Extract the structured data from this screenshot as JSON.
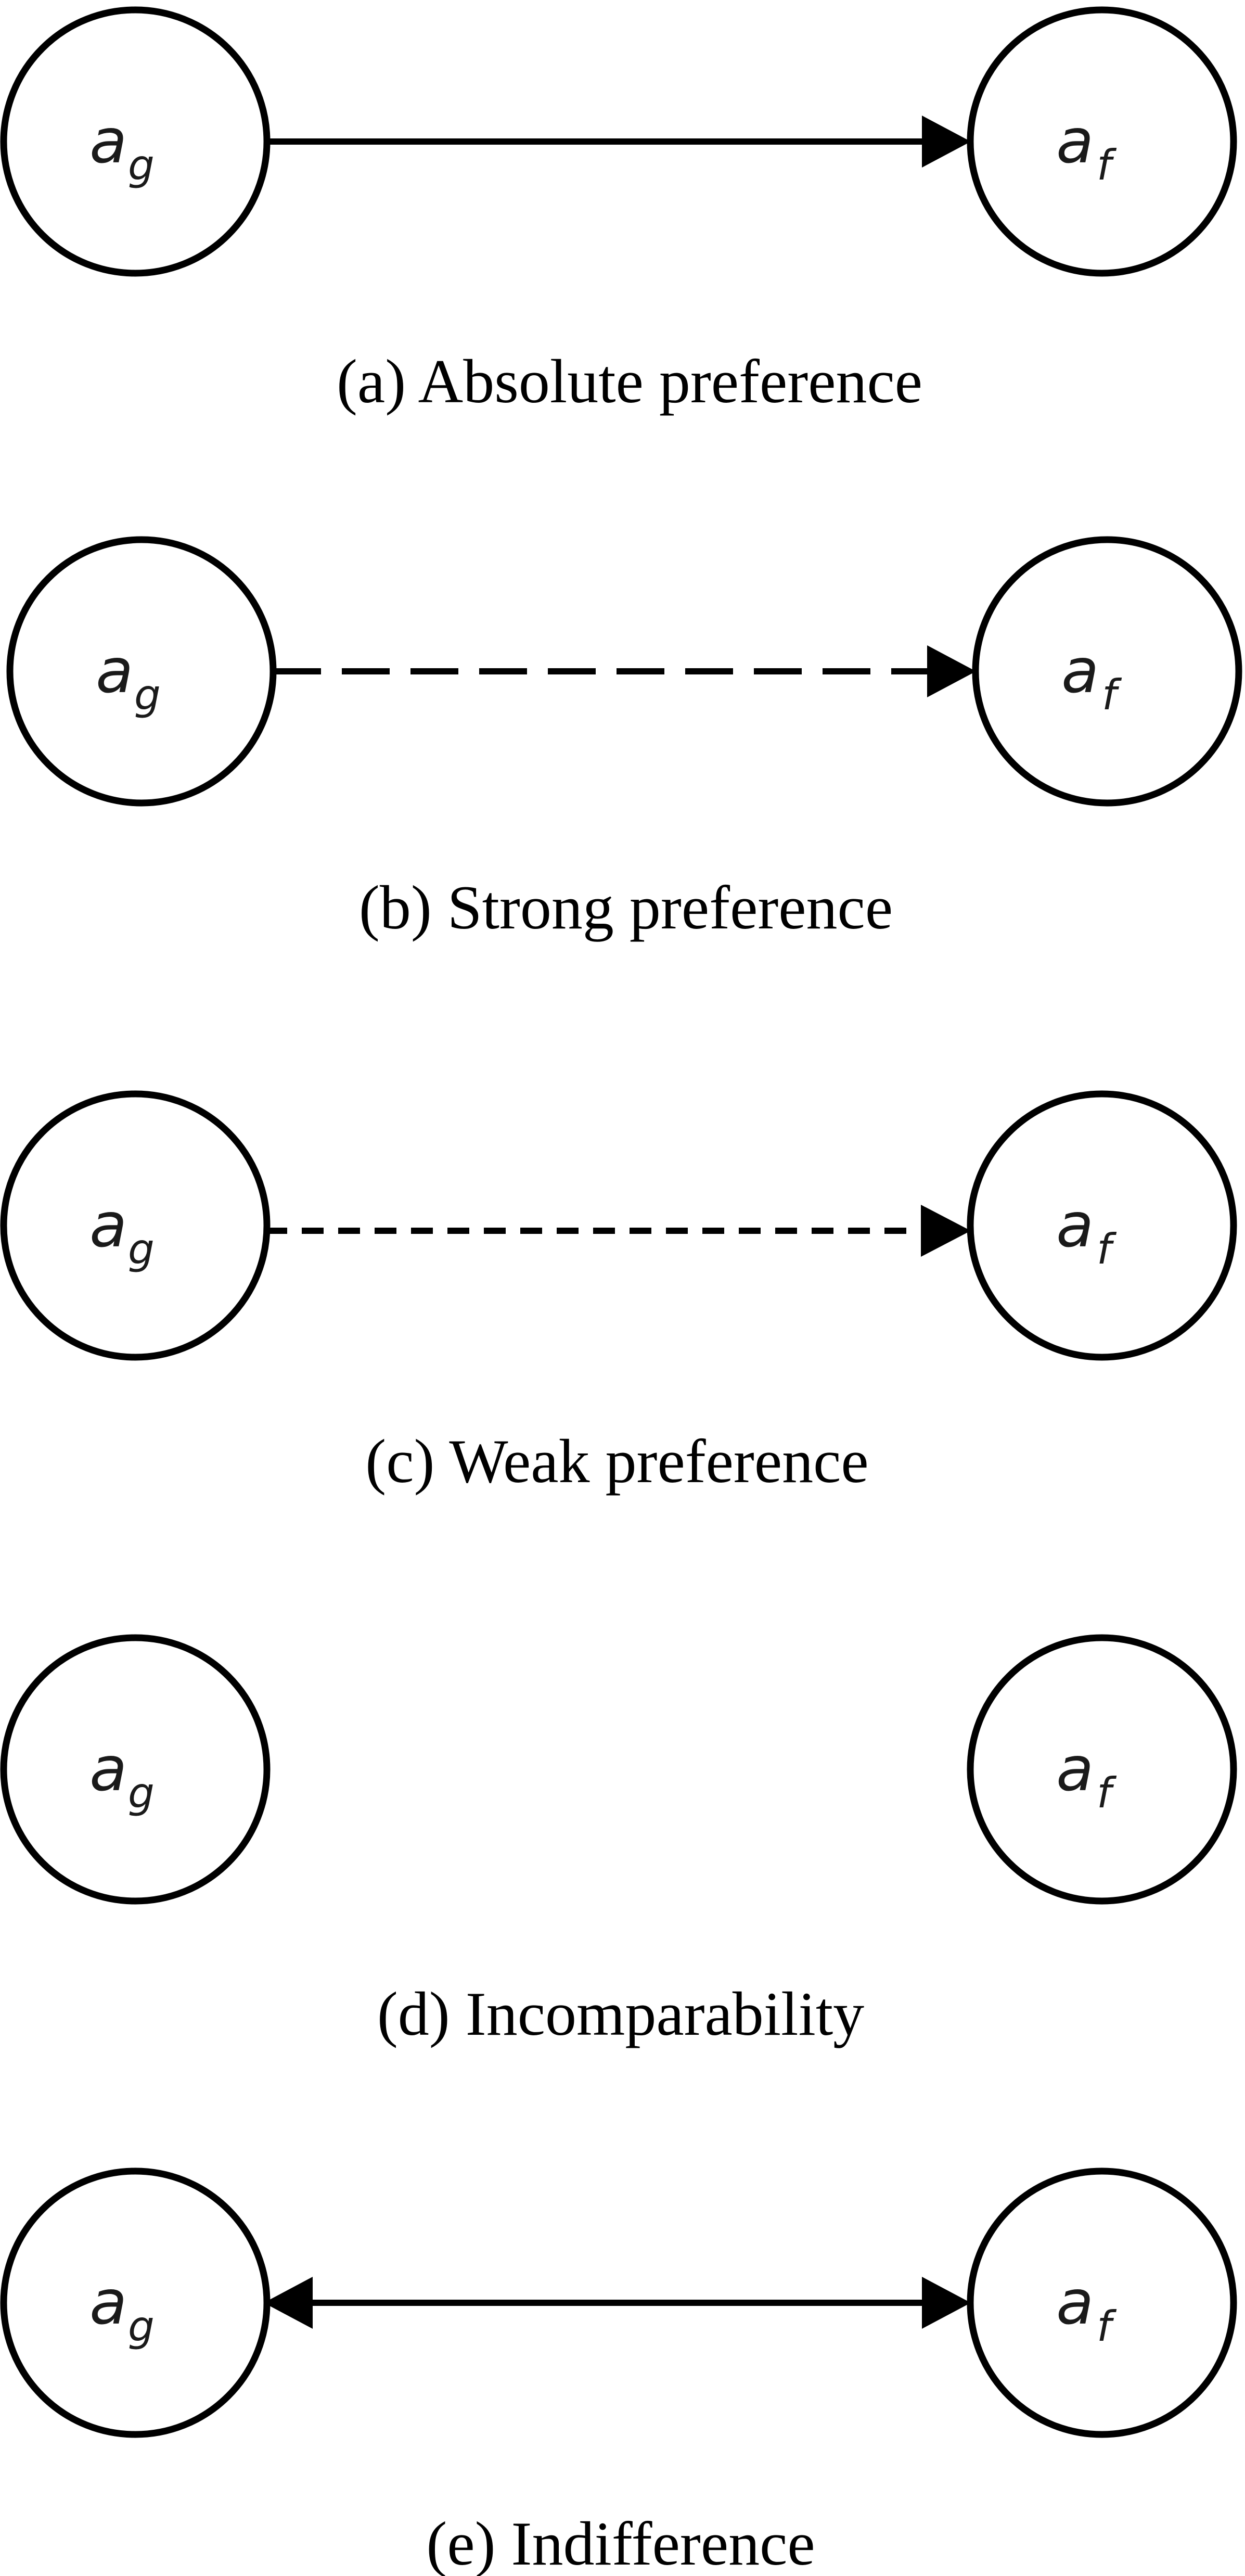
{
  "nodes": {
    "left": {
      "main": "a",
      "sub": "g"
    },
    "right": {
      "main": "a",
      "sub": "f"
    }
  },
  "panels": [
    {
      "id": "a",
      "caption": "(a) Absolute preference",
      "relation": "absolute-preference",
      "edge_style": "solid",
      "arrow": "forward"
    },
    {
      "id": "b",
      "caption": "(b) Strong preference",
      "relation": "strong-preference",
      "edge_style": "long-dash",
      "arrow": "forward"
    },
    {
      "id": "c",
      "caption": "(c) Weak preference",
      "relation": "weak-preference",
      "edge_style": "short-dash",
      "arrow": "forward"
    },
    {
      "id": "d",
      "caption": "(d) Incomparability",
      "relation": "incomparability",
      "edge_style": "none",
      "arrow": "none"
    },
    {
      "id": "e",
      "caption": "(e) Indifference",
      "relation": "indifference",
      "edge_style": "solid",
      "arrow": "both"
    }
  ],
  "colors": {
    "stroke": "#000000",
    "node_fill": "#ffffff",
    "text": "#000000"
  }
}
